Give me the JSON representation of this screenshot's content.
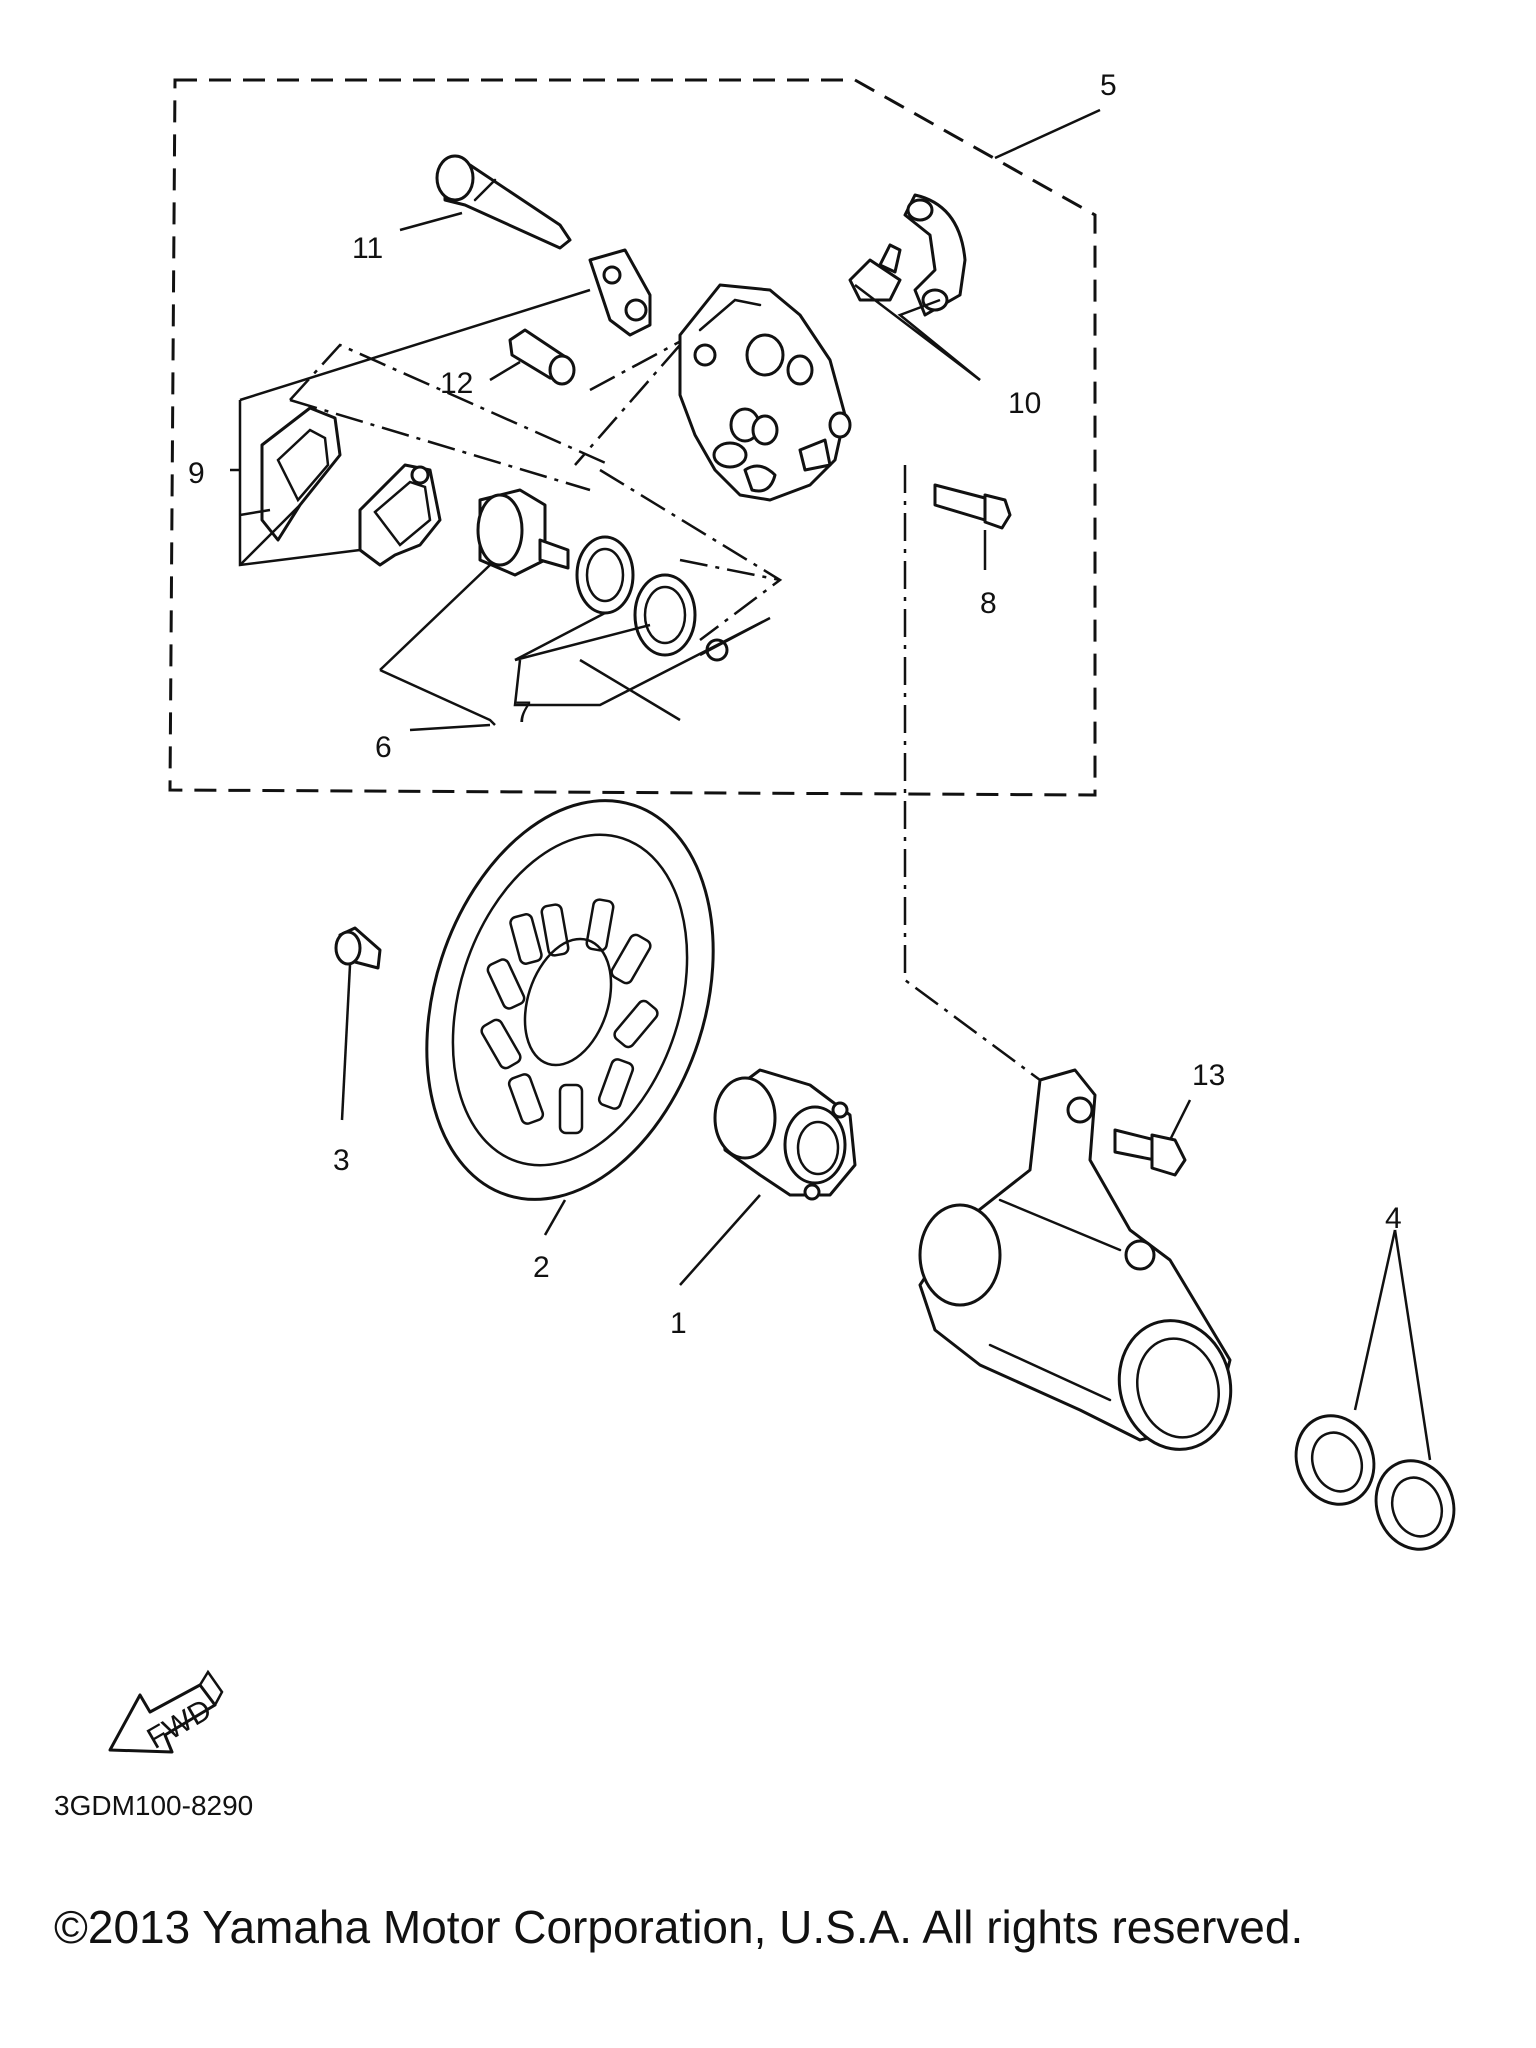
{
  "callouts": {
    "c1": "1",
    "c2": "2",
    "c3": "3",
    "c4": "4",
    "c5": "5",
    "c6": "6",
    "c7": "7",
    "c8": "8",
    "c9": "9",
    "c10": "10",
    "c11": "11",
    "c12": "12",
    "c13": "13"
  },
  "fwd_label": "FWD",
  "diagram_code": "3GDM100-8290",
  "copyright": "©2013 Yamaha Motor Corporation, U.S.A. All rights reserved."
}
